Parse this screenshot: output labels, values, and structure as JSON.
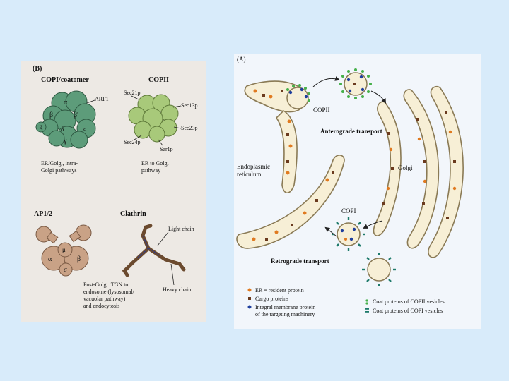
{
  "panel_b": {
    "letter": "(B)",
    "copi": {
      "title": "COPI/coatomer",
      "subunits": [
        "α",
        "β",
        "β'",
        "δ",
        "ζ",
        "ε",
        "γ"
      ],
      "callout": "ARF1",
      "caption": [
        "ER/Golgi, intra-",
        "Golgi pathways"
      ]
    },
    "copii": {
      "title": "COPII",
      "callouts": [
        "Sec21p",
        "Sec13p",
        "Sec23p",
        "Sec24p",
        "Sar1p"
      ],
      "caption": [
        "ER to Golgi",
        "pathway"
      ]
    },
    "ap": {
      "title": "AP1/2",
      "subunits": [
        "μ",
        "α",
        "β",
        "σ"
      ],
      "caption": [
        "Post-Golgi: TGN to",
        "endosome (lysosomal/",
        "vacuolar pathway)",
        "and endocytosis"
      ]
    },
    "clathrin": {
      "title": "Clathrin",
      "callouts": [
        "Light chain",
        "Heavy chain"
      ]
    }
  },
  "panel_a": {
    "letter": "(A)",
    "labels": {
      "copii": "COPII",
      "anterograde": "Anterograde transport",
      "er": [
        "Endoplasmic",
        "reticulum"
      ],
      "golgi": "Golgi",
      "copi": "COPI",
      "retrograde": "Retrograde transport"
    },
    "legend": [
      {
        "text": [
          "ER = resident protein"
        ],
        "symbol": "orange-dot"
      },
      {
        "text": [
          "Cargo proteins"
        ],
        "symbol": "brown-square"
      },
      {
        "text": [
          "Integral membrane protein",
          "of the targeting machinery"
        ],
        "symbol": "blue-dot"
      },
      {
        "text": [
          "Coat proteins of COPII vesicles"
        ],
        "symbol": "green-dots"
      },
      {
        "text": [
          "Coat proteins of COPI vesicles"
        ],
        "symbol": "teal-dashes"
      }
    ]
  },
  "colors": {
    "background": "#d8ebfa",
    "copi_coat": "#5d9c7a",
    "copii_coat": "#a8c97a",
    "ap_coat": "#c9a286",
    "clathrin": "#6b4a2e",
    "membrane_fill": "#f7efd6",
    "membrane_edge": "#8a7a55",
    "resident": "#e07a20",
    "cargo": "#6b3a1e",
    "integral": "#1f3f9e",
    "copii_green": "#46b04a",
    "copi_teal": "#1e7a6a"
  }
}
